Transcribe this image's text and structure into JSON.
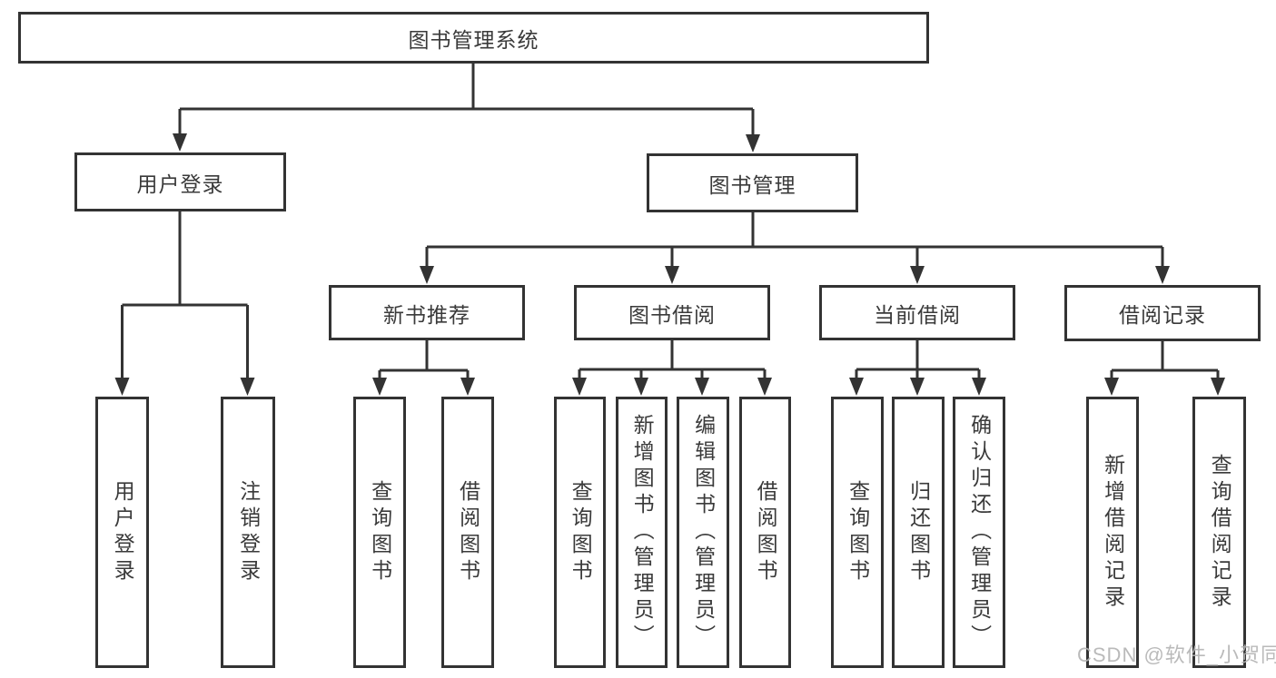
{
  "diagram": {
    "title": "图书管理系统",
    "colors": {
      "border": "#333333",
      "text": "#3a3a3a",
      "line": "#333333",
      "background": "#ffffff",
      "watermark": "#b3b3b3"
    },
    "nodes": {
      "root": "图书管理系统",
      "login": "用户登录",
      "manage": "图书管理",
      "newbook": "新书推荐",
      "borrow": "图书借阅",
      "current": "当前借阅",
      "records": "借阅记录"
    },
    "leaves": {
      "login": [
        "用户登录",
        "注销登录"
      ],
      "newbook": [
        "查询图书",
        "借阅图书"
      ],
      "borrow": [
        "查询图书",
        "新增图书（管理员）",
        "编辑图书（管理员）",
        "借阅图书"
      ],
      "current": [
        "查询图书",
        "归还图书",
        "确认归还（管理员）"
      ],
      "records": [
        "新增借阅记录",
        "查询借阅记录"
      ]
    },
    "watermark": "CSDN @软件_小贺同学"
  }
}
